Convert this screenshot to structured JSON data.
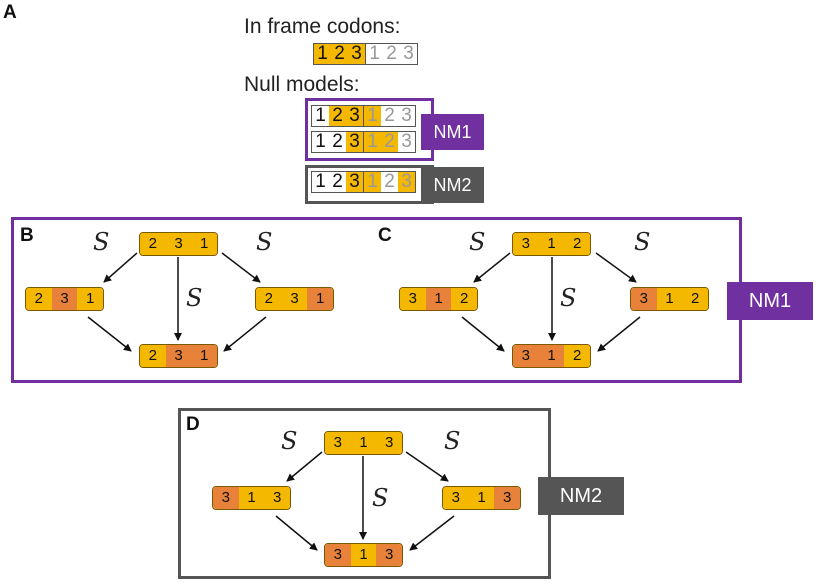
{
  "colors": {
    "yellow": "#f5b800",
    "orange": "#e8823a",
    "purple": "#7030a0",
    "gray": "#555555",
    "grayText": "#999999"
  },
  "panel_a": {
    "letter": "A",
    "in_frame_title": "In frame codons:",
    "in_frame_row": [
      {
        "t": "1",
        "bg": "yellow",
        "fg": "dark"
      },
      {
        "t": "2",
        "bg": "yellow",
        "fg": "dark"
      },
      {
        "t": "3",
        "bg": "yellow",
        "fg": "dark"
      },
      {
        "t": "1",
        "bg": "none",
        "fg": "gray"
      },
      {
        "t": "2",
        "bg": "none",
        "fg": "gray"
      },
      {
        "t": "3",
        "bg": "none",
        "fg": "gray"
      }
    ],
    "null_models_title": "Null models:",
    "nm1_rows": [
      [
        {
          "t": "1",
          "bg": "none",
          "fg": "dark"
        },
        {
          "t": "2",
          "bg": "yellow",
          "fg": "dark"
        },
        {
          "t": "3",
          "bg": "yellow",
          "fg": "dark"
        },
        {
          "t": "1",
          "bg": "yellow",
          "fg": "gray"
        },
        {
          "t": "2",
          "bg": "none",
          "fg": "gray"
        },
        {
          "t": "3",
          "bg": "none",
          "fg": "gray"
        }
      ],
      [
        {
          "t": "1",
          "bg": "none",
          "fg": "dark"
        },
        {
          "t": "2",
          "bg": "none",
          "fg": "dark"
        },
        {
          "t": "3",
          "bg": "yellow",
          "fg": "dark"
        },
        {
          "t": "1",
          "bg": "yellow",
          "fg": "gray"
        },
        {
          "t": "2",
          "bg": "yellow",
          "fg": "gray"
        },
        {
          "t": "3",
          "bg": "none",
          "fg": "gray"
        }
      ]
    ],
    "nm2_row": [
      {
        "t": "1",
        "bg": "none",
        "fg": "dark"
      },
      {
        "t": "2",
        "bg": "none",
        "fg": "dark"
      },
      {
        "t": "3",
        "bg": "yellow",
        "fg": "dark"
      },
      {
        "t": "1",
        "bg": "yellow",
        "fg": "gray"
      },
      {
        "t": "2",
        "bg": "none",
        "fg": "gray"
      },
      {
        "t": "3",
        "bg": "yellow",
        "fg": "gray"
      }
    ],
    "nm1_label": "NM1",
    "nm2_label": "NM2"
  },
  "s_symbol": "S",
  "panel_b": {
    "letter": "B",
    "top": [
      {
        "t": "2",
        "c": "yellow"
      },
      {
        "t": "3",
        "c": "yellow"
      },
      {
        "t": "1",
        "c": "yellow"
      }
    ],
    "left": [
      {
        "t": "2",
        "c": "yellow"
      },
      {
        "t": "3",
        "c": "orange"
      },
      {
        "t": "1",
        "c": "yellow"
      }
    ],
    "right": [
      {
        "t": "2",
        "c": "yellow"
      },
      {
        "t": "3",
        "c": "yellow"
      },
      {
        "t": "1",
        "c": "orange"
      }
    ],
    "bottom": [
      {
        "t": "2",
        "c": "yellow"
      },
      {
        "t": "3",
        "c": "orange"
      },
      {
        "t": "1",
        "c": "orange"
      }
    ]
  },
  "panel_c": {
    "letter": "C",
    "top": [
      {
        "t": "3",
        "c": "yellow"
      },
      {
        "t": "1",
        "c": "yellow"
      },
      {
        "t": "2",
        "c": "yellow"
      }
    ],
    "left": [
      {
        "t": "3",
        "c": "yellow"
      },
      {
        "t": "1",
        "c": "orange"
      },
      {
        "t": "2",
        "c": "yellow"
      }
    ],
    "right": [
      {
        "t": "3",
        "c": "orange"
      },
      {
        "t": "1",
        "c": "yellow"
      },
      {
        "t": "2",
        "c": "yellow"
      }
    ],
    "bottom": [
      {
        "t": "3",
        "c": "orange"
      },
      {
        "t": "1",
        "c": "orange"
      },
      {
        "t": "2",
        "c": "yellow"
      }
    ]
  },
  "panel_bc_label": "NM1",
  "panel_d": {
    "letter": "D",
    "top": [
      {
        "t": "3",
        "c": "yellow"
      },
      {
        "t": "1",
        "c": "yellow"
      },
      {
        "t": "3",
        "c": "yellow"
      }
    ],
    "left": [
      {
        "t": "3",
        "c": "orange"
      },
      {
        "t": "1",
        "c": "yellow"
      },
      {
        "t": "3",
        "c": "yellow"
      }
    ],
    "right": [
      {
        "t": "3",
        "c": "yellow"
      },
      {
        "t": "1",
        "c": "yellow"
      },
      {
        "t": "3",
        "c": "orange"
      }
    ],
    "bottom": [
      {
        "t": "3",
        "c": "orange"
      },
      {
        "t": "1",
        "c": "yellow"
      },
      {
        "t": "3",
        "c": "orange"
      }
    ],
    "label": "NM2"
  }
}
